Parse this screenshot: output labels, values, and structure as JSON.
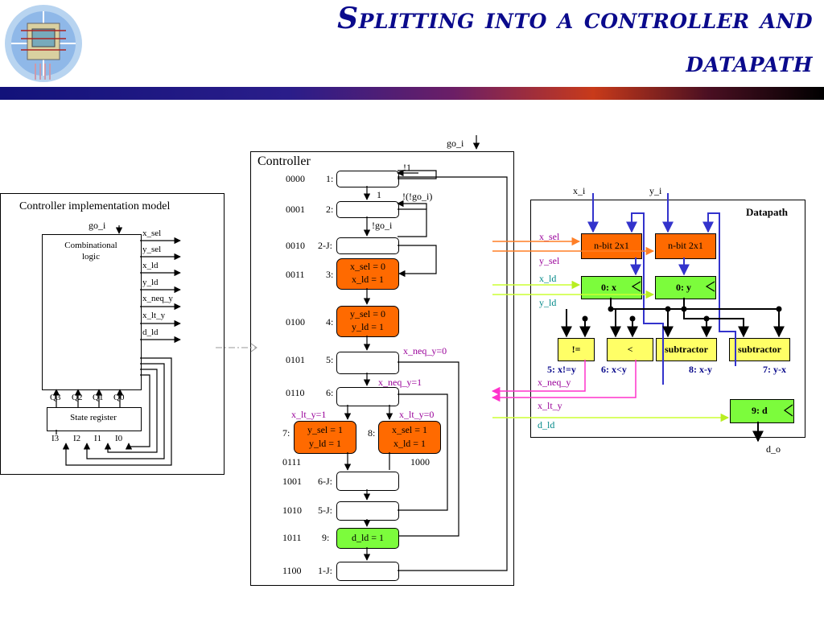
{
  "title": {
    "line1": "Splitting into a controller and",
    "line2": "datapath"
  },
  "impl_model": {
    "heading": "Controller implementation model",
    "go_input": "go_i",
    "comb_label_1": "Combinational",
    "comb_label_2": "logic",
    "outputs": [
      "x_sel",
      "y_sel",
      "x_ld",
      "y_ld",
      "x_neq_y",
      "x_lt_y",
      "d_ld"
    ],
    "q_labels": [
      "Q3",
      "Q2",
      "Q1",
      "Q0"
    ],
    "state_register": "State register",
    "i_labels": [
      "I3",
      "I2",
      "I1",
      "I0"
    ]
  },
  "controller": {
    "heading": "Controller",
    "go_input": "go_i",
    "states": [
      {
        "code": "0000",
        "name": "1:",
        "content": ""
      },
      {
        "code": "0001",
        "name": "2:",
        "content": ""
      },
      {
        "code": "0010",
        "name": "2-J:",
        "content": ""
      },
      {
        "code": "0011",
        "name": "3:",
        "line1": "x_sel = 0",
        "line2": "x_ld = 1"
      },
      {
        "code": "0100",
        "name": "4:",
        "line1": "y_sel = 0",
        "line2": "y_ld = 1"
      },
      {
        "code": "0101",
        "name": "5:",
        "content": ""
      },
      {
        "code": "0110",
        "name": "6:",
        "content": ""
      },
      {
        "code": "0111",
        "name": "7:",
        "line1": "y_sel = 1",
        "line2": "y_ld = 1"
      },
      {
        "code": "1000",
        "name": "8:",
        "line1": "x_sel = 1",
        "line2": "x_ld = 1"
      },
      {
        "code": "1001",
        "name": "6-J:",
        "content": ""
      },
      {
        "code": "1010",
        "name": "5-J:",
        "content": ""
      },
      {
        "code": "1011",
        "name": "9:",
        "line1": "d_ld = 1"
      },
      {
        "code": "1100",
        "name": "1-J:",
        "content": ""
      }
    ],
    "transitions": {
      "not_one": "!1",
      "one": "1",
      "not_not_go": "!(!go_i)",
      "not_go": "!go_i",
      "neq_false": "x_neq_y=0",
      "neq_true": "x_neq_y=1",
      "lt_true": "x_lt_y=1",
      "lt_false": "x_lt_y=0"
    }
  },
  "datapath": {
    "heading": "Datapath",
    "inputs": [
      "x_i",
      "y_i"
    ],
    "control_signals": [
      "x_sel",
      "y_sel",
      "x_ld",
      "y_ld"
    ],
    "status_signals": [
      "x_neq_y",
      "x_lt_y",
      "d_ld"
    ],
    "mux_labels": [
      "n-bit 2x1",
      "n-bit 2x1"
    ],
    "registers": [
      "0: x",
      "0: y",
      "9: d"
    ],
    "units": [
      "!=",
      "<",
      "subtractor",
      "subtractor"
    ],
    "unit_labels": [
      "5: x!=y",
      "6: x<y",
      "8: x-y",
      "7: y-x"
    ],
    "output": "d_o"
  },
  "colors": {
    "title": "#0a0a8c",
    "state_orange": "#ff6a00",
    "state_green": "#7cfc3c",
    "unit_yellow": "#ffff66",
    "wire_blue": "#3333cc",
    "sig_orange": "#ff7f27",
    "sig_green": "#ccff33",
    "sig_magenta": "#ff33cc"
  }
}
